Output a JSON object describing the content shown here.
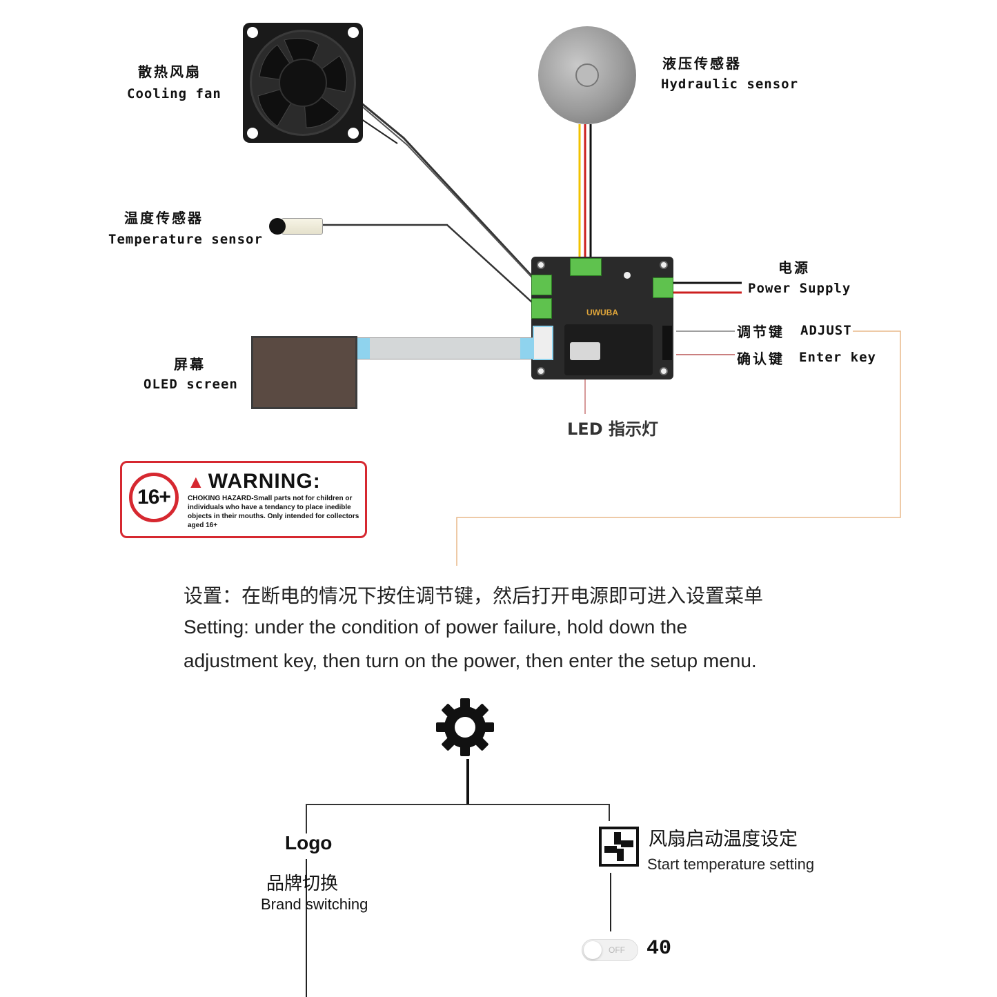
{
  "components": {
    "fan": {
      "cn": "散热风扇",
      "en": "Cooling fan"
    },
    "hydraulic": {
      "cn": "液压传感器",
      "en": "Hydraulic sensor"
    },
    "temperature": {
      "cn": "温度传感器",
      "en": "Temperature sensor"
    },
    "power": {
      "cn": "电源",
      "en": "Power Supply"
    },
    "adjust": {
      "cn": "调节键",
      "en": "ADJUST"
    },
    "enter": {
      "cn": "确认键",
      "en": "Enter key"
    },
    "screen": {
      "cn": "屏幕",
      "en": "OLED screen"
    },
    "led": {
      "label": "LED 指示灯"
    },
    "brand": "UWUBA"
  },
  "warning": {
    "age": "16+",
    "title": "WARNING:",
    "text": "CHOKING HAZARD-Small parts not for children or individuals who have a tendancy to place inedible objects in their mouths. Only intended for collectors aged 16+"
  },
  "setting": {
    "cn": "设置：在断电的情况下按住调节键，然后打开电源即可进入设置菜单",
    "en_line1": "Setting: under the condition of power failure, hold down the",
    "en_line2": "adjustment key, then turn on the power, then enter the setup menu."
  },
  "menu": {
    "logo": {
      "title": "Logo",
      "cn": "品牌切换",
      "en": "Brand switching"
    },
    "fan_temp": {
      "cn": "风扇启动温度设定",
      "en": "Start temperature setting"
    },
    "toggle_label": "OFF",
    "temp_value": "40"
  },
  "colors": {
    "warning_red": "#d62830",
    "callout_line": "#e8b98a",
    "connector_green": "#5fc24e"
  }
}
